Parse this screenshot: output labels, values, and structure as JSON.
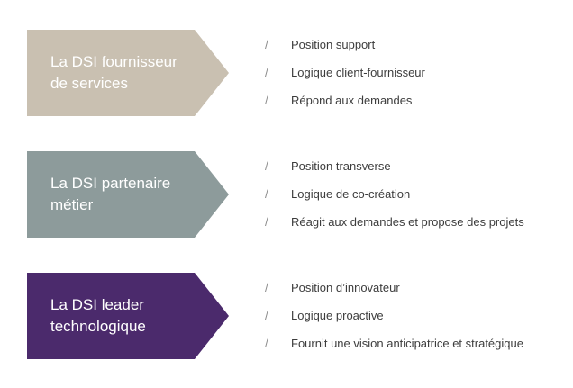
{
  "bullet_glyph": "/",
  "rows": [
    {
      "arrow_label": "La DSI fournisseur de services",
      "arrow_color": "#c9c0b1",
      "items": [
        "Position support",
        "Logique client-fournisseur",
        "Répond aux demandes"
      ]
    },
    {
      "arrow_label": "La DSI partenaire métier",
      "arrow_color": "#8d9b9b",
      "items": [
        "Position transverse",
        "Logique de co-création",
        "Réagit aux demandes et propose des projets"
      ]
    },
    {
      "arrow_label": "La DSI leader technologique",
      "arrow_color": "#4b2a6c",
      "items": [
        "Position d’innovateur",
        "Logique proactive",
        "Fournit une vision anticipatrice et stratégique"
      ]
    }
  ]
}
